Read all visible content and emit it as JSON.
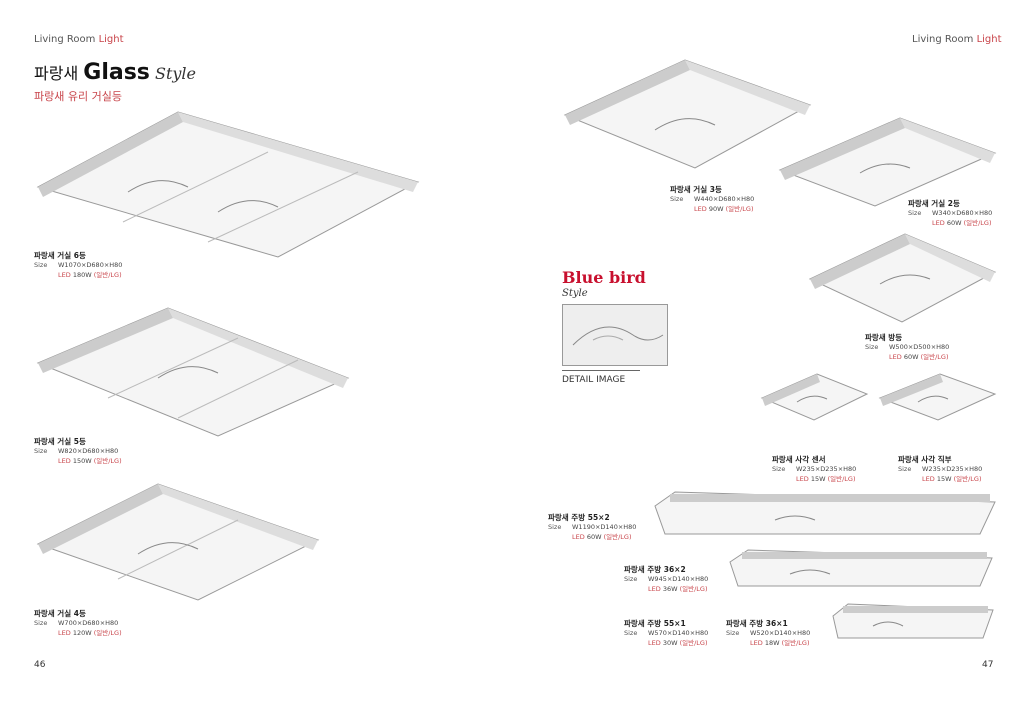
{
  "header": {
    "left_text": "Living Room ",
    "left_accent": "Light",
    "right_text": "Living Room ",
    "right_accent": "Light"
  },
  "page_numbers": {
    "left": "46",
    "right": "47"
  },
  "title": {
    "korean": "파랑새",
    "english": "Glass",
    "style": "Style",
    "subtitle": "파랑새 유리 거실등"
  },
  "bluebird": {
    "title": "Blue bird",
    "style": "Style",
    "detail_label": "DETAIL IMAGE"
  },
  "colors": {
    "accent": "#c8444a",
    "bluebird_red": "#c8102e"
  },
  "products": [
    {
      "name": "파랑새 거실 6등",
      "size_label": "Size",
      "size": "W1070×D680×H80",
      "led_label": "LED",
      "watt": "180W",
      "type": "(일반/LG)"
    },
    {
      "name": "파랑새 거실 5등",
      "size_label": "Size",
      "size": "W820×D680×H80",
      "led_label": "LED",
      "watt": "150W",
      "type": "(일반/LG)"
    },
    {
      "name": "파랑새 거실 4등",
      "size_label": "Size",
      "size": "W700×D680×H80",
      "led_label": "LED",
      "watt": "120W",
      "type": "(일반/LG)"
    },
    {
      "name": "파랑새 거실 3등",
      "size_label": "Size",
      "size": "W440×D680×H80",
      "led_label": "LED",
      "watt": "90W",
      "type": "(일반/LG)"
    },
    {
      "name": "파랑새 거실 2등",
      "size_label": "Size",
      "size": "W340×D680×H80",
      "led_label": "LED",
      "watt": "60W",
      "type": "(일반/LG)"
    },
    {
      "name": "파랑새 방등",
      "size_label": "Size",
      "size": "W500×D500×H80",
      "led_label": "LED",
      "watt": "60W",
      "type": "(일반/LG)"
    },
    {
      "name": "파랑새 사각 센서",
      "size_label": "Size",
      "size": "W235×D235×H80",
      "led_label": "LED",
      "watt": "15W",
      "type": "(일반/LG)"
    },
    {
      "name": "파랑새 사각 직부",
      "size_label": "Size",
      "size": "W235×D235×H80",
      "led_label": "LED",
      "watt": "15W",
      "type": "(일반/LG)"
    },
    {
      "name": "파랑새 주방 55×2",
      "size_label": "Size",
      "size": "W1190×D140×H80",
      "led_label": "LED",
      "watt": "60W",
      "type": "(일반/LG)"
    },
    {
      "name": "파랑새 주방 36×2",
      "size_label": "Size",
      "size": "W945×D140×H80",
      "led_label": "LED",
      "watt": "36W",
      "type": "(일반/LG)"
    },
    {
      "name": "파랑새 주방 55×1",
      "size_label": "Size",
      "size": "W570×D140×H80",
      "led_label": "LED",
      "watt": "30W",
      "type": "(일반/LG)"
    },
    {
      "name": "파랑새 주방 36×1",
      "size_label": "Size",
      "size": "W520×D140×H80",
      "led_label": "LED",
      "watt": "18W",
      "type": "(일반/LG)"
    }
  ]
}
